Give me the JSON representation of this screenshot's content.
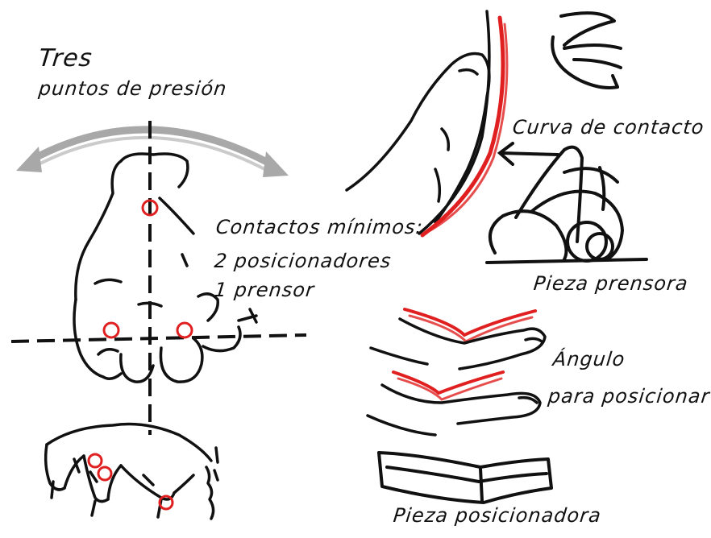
{
  "colors": {
    "ink": "#111111",
    "contact_red": "#e02020",
    "arc_gray": "#a8a8a8"
  },
  "labels": {
    "title_line1": "Tres",
    "title_line2": "puntos de presión",
    "min_contacts_line1": "Contactos mínimos:",
    "min_contacts_line2": "2 posicionadores",
    "min_contacts_line3": "1 prensor",
    "contact_curve": "Curva de contacto",
    "gripper_piece": "Pieza prensora",
    "angle_line1": "Ángulo",
    "angle_line2": "para posicionar",
    "positioner_piece": "Pieza posicionadora"
  }
}
